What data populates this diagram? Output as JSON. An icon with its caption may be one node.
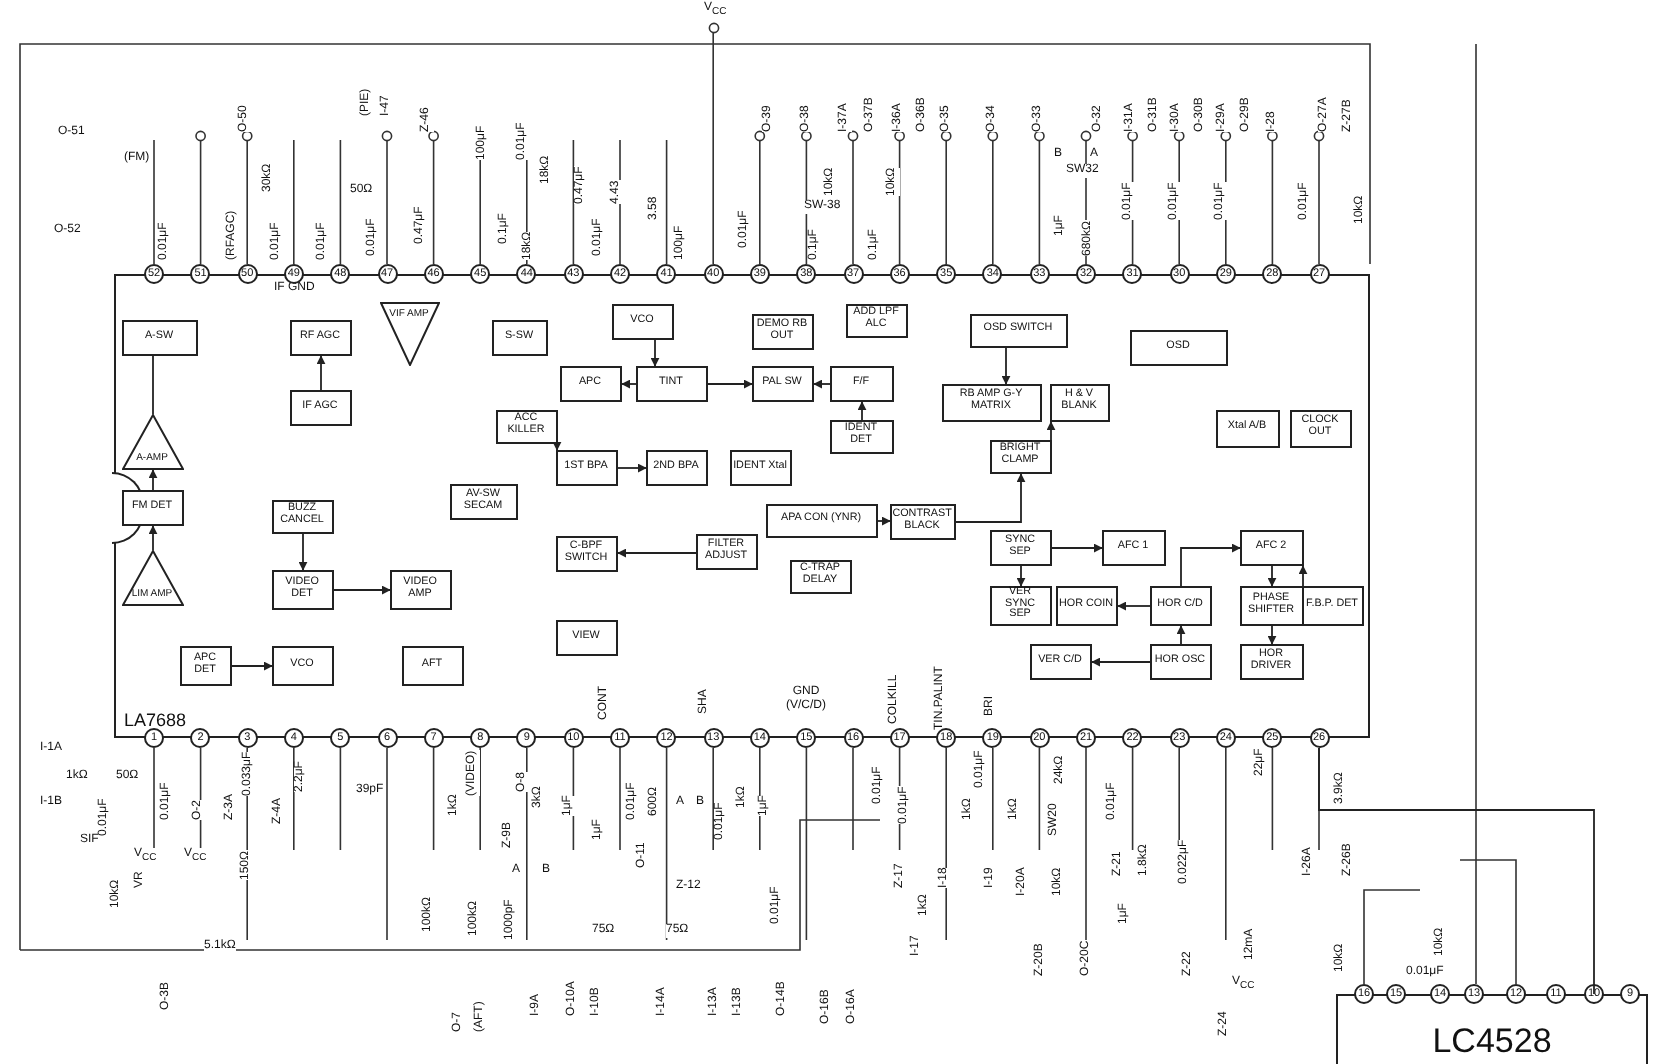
{
  "diagram": {
    "nodes": [
      {
        "text": [
          "LA7688"
        ]
      },
      {
        "text": [
          "A-SW"
        ],
        "in": 0
      },
      {
        "text": [
          "RF AGC"
        ],
        "in": 0
      },
      {
        "text": [
          "VIF AMP"
        ],
        "in": 0
      },
      {
        "text": [
          "S-SW"
        ],
        "in": 0
      },
      {
        "text": [
          "VCO"
        ],
        "in": 0
      },
      {
        "text": [
          "DEMO RB OUT"
        ],
        "in": 0
      },
      {
        "text": [
          "ADD LPF ALC"
        ],
        "in": 0
      },
      {
        "text": [
          "OSD SWITCH"
        ],
        "in": 0
      },
      {
        "text": [
          "OSD"
        ],
        "in": 0
      },
      {
        "text": [
          "IF AGC"
        ],
        "in": 0
      },
      {
        "text": [
          "APC"
        ],
        "in": 0
      },
      {
        "text": [
          "TINT"
        ],
        "in": 0
      },
      {
        "text": [
          "PAL SW"
        ],
        "in": 0
      },
      {
        "text": [
          "F/F"
        ],
        "in": 0
      },
      {
        "text": [
          "RB AMP G-Y MATRIX"
        ],
        "in": 0
      },
      {
        "text": [
          "H & V BLANK"
        ],
        "in": 0
      },
      {
        "text": [
          "ACC KILLER"
        ],
        "in": 0
      },
      {
        "text": [
          "1ST BPA"
        ],
        "in": 0
      },
      {
        "text": [
          "2ND BPA"
        ],
        "in": 0
      },
      {
        "text": [
          "IDENT Xtal"
        ],
        "in": 0
      },
      {
        "text": [
          "IDENT DET"
        ],
        "in": 0
      },
      {
        "text": [
          "Xtal A/B"
        ],
        "in": 0
      },
      {
        "text": [
          "CLOCK OUT"
        ],
        "in": 0
      },
      {
        "text": [
          "A-AMP"
        ],
        "in": 0
      },
      {
        "text": [
          "BRIGHT CLAMP"
        ],
        "in": 0
      },
      {
        "text": [
          "FM DET"
        ],
        "in": 0
      },
      {
        "text": [
          "BUZZ CANCEL"
        ],
        "in": 0
      },
      {
        "text": [
          "AV-SW SECAM"
        ],
        "in": 0
      },
      {
        "text": [
          "APA CON (YNR)"
        ],
        "in": 0
      },
      {
        "text": [
          "CONTRAST BLACK"
        ],
        "in": 0
      },
      {
        "text": [
          "LIM AMP"
        ],
        "in": 0
      },
      {
        "text": [
          "C-BPF SWITCH"
        ],
        "in": 0
      },
      {
        "text": [
          "FILTER ADJUST"
        ],
        "in": 0
      },
      {
        "text": [
          "C-TRAP DELAY"
        ],
        "in": 0
      },
      {
        "text": [
          "SYNC SEP"
        ],
        "in": 0
      },
      {
        "text": [
          "AFC 1"
        ],
        "in": 0
      },
      {
        "text": [
          "AFC 2"
        ],
        "in": 0
      },
      {
        "text": [
          "VIDEO DET"
        ],
        "in": 0
      },
      {
        "text": [
          "VIDEO AMP"
        ],
        "in": 0
      },
      {
        "text": [
          "VER SYNC SEP"
        ],
        "in": 0
      },
      {
        "text": [
          "HOR COIN"
        ],
        "in": 0
      },
      {
        "text": [
          "HOR C/D"
        ],
        "in": 0
      },
      {
        "text": [
          "PHASE SHIFTER"
        ],
        "in": 0
      },
      {
        "text": [
          "F.B.P. DET"
        ],
        "in": 0
      },
      {
        "text": [
          "VIEW"
        ],
        "in": 0
      },
      {
        "text": [
          "APC DET"
        ],
        "in": 0
      },
      {
        "text": [
          "VCO"
        ],
        "in": 0
      },
      {
        "text": [
          "AFT"
        ],
        "in": 0
      },
      {
        "text": [
          "VER C/D"
        ],
        "in": 0
      },
      {
        "text": [
          "HOR OSC"
        ],
        "in": 0
      },
      {
        "text": [
          "HOR DRIVER"
        ],
        "in": 0
      },
      {
        "text": [
          "LC4528"
        ]
      }
    ],
    "edges": [
      {
        "from": 10,
        "to": 2,
        "arrow": "to"
      },
      {
        "from": 31,
        "to": 26,
        "arrow": "to"
      },
      {
        "from": 26,
        "to": 24,
        "arrow": "to"
      },
      {
        "from": 24,
        "to": 1,
        "arrow": "none"
      },
      {
        "from": 5,
        "to": 12,
        "arrow": "to"
      },
      {
        "from": 12,
        "to": 11,
        "arrow": "to"
      },
      {
        "from": 12,
        "to": 13,
        "arrow": "to"
      },
      {
        "from": 18,
        "to": 19,
        "arrow": "to"
      },
      {
        "from": 14,
        "to": 13,
        "arrow": "to"
      },
      {
        "from": 21,
        "to": 14,
        "arrow": "to"
      },
      {
        "from": 8,
        "to": 15,
        "arrow": "to"
      },
      {
        "from": 29,
        "to": 30,
        "arrow": "to"
      },
      {
        "from": 30,
        "to": 25,
        "arrow": "to"
      },
      {
        "from": 25,
        "to": 16,
        "arrow": "to"
      },
      {
        "from": 35,
        "to": 40,
        "arrow": "to"
      },
      {
        "from": 35,
        "to": 36,
        "arrow": "to"
      },
      {
        "from": 50,
        "to": 42,
        "arrow": "to"
      },
      {
        "from": 42,
        "to": 41,
        "arrow": "to"
      },
      {
        "from": 42,
        "to": 37,
        "arrow": "to"
      },
      {
        "from": 37,
        "to": 43,
        "arrow": "to"
      },
      {
        "from": 43,
        "to": 51,
        "arrow": "to"
      },
      {
        "from": 44,
        "to": 37,
        "arrow": "to"
      },
      {
        "from": 50,
        "to": 49,
        "arrow": "to"
      },
      {
        "from": 33,
        "to": 32,
        "arrow": "to"
      },
      {
        "from": 38,
        "to": 39,
        "arrow": "to"
      },
      {
        "from": 46,
        "to": 47,
        "arrow": "to"
      },
      {
        "from": 27,
        "to": 38,
        "arrow": "to"
      },
      {
        "from": 17,
        "to": 18,
        "arrow": "to"
      },
      {
        "from": 0,
        "to": 52,
        "arrow": "none"
      }
    ],
    "labels": [
      "V$_{CC}$",
      "O-51",
      "(FM)",
      "O-52",
      "0.01μF",
      "(RFAGC)",
      "O-50",
      "30kΩ",
      "0.01μF",
      "(PIE)",
      "I-47",
      "50Ω",
      "0.01μF",
      "0.01μF",
      "0.47μF",
      "Z-46",
      "100μF",
      "0.01μF",
      "0.1μF",
      "18kΩ",
      "18kΩ",
      "0.47μF",
      "0.01μF",
      "4.43",
      "3.58",
      "100μF",
      "0.01μF",
      "O-39",
      "O-38",
      "10kΩ",
      "SW-38",
      "0.1μF",
      "I-37A",
      "O-37B",
      "10kΩ",
      "0.1μF",
      "I-36A",
      "O-36B",
      "O-35",
      "O-34",
      "O-33",
      "B",
      "A",
      "SW32",
      "1μF",
      "680kΩ",
      "O-32",
      "I-31A",
      "O-31B",
      "0.01μF",
      "I-30A",
      "O-30B",
      "0.01μF",
      "I-29A",
      "O-29B",
      "0.01μF",
      "I-28",
      "O-27A",
      "Z-27B",
      "0.01μF",
      "10kΩ",
      "IF GND",
      "CONT",
      "SHA",
      "GND (V/C/D)",
      "COLKILL",
      "TIN.PALINT",
      "BRI",
      "I-1A",
      "1kΩ",
      "50Ω",
      "0.01μF",
      "0.01μF",
      "I-1B",
      "SIF",
      "V$_{CC}$",
      "10kΩ",
      "VR",
      "V$_{CC}$",
      "5.1kΩ",
      "O-3B",
      "O-2",
      "Z-3A",
      "0.033μF",
      "150Ω",
      "Z-4A",
      "2.2μF",
      "39pF",
      "(VIDEO)",
      "O-8",
      "1kΩ",
      "3kΩ",
      "Z-9B",
      "1μF",
      "A",
      "B",
      "100kΩ",
      "100kΩ",
      "1000pF",
      "O-7",
      "(AFT)",
      "I-9A",
      "1μF",
      "0.01μF",
      "O-11",
      "75Ω",
      "O-10A",
      "I-10B",
      "600Ω",
      "A",
      "B",
      "Z-12",
      "0.01μF",
      "1kΩ",
      "1μF",
      "75Ω",
      "I-14A",
      "I-13A",
      "I-13B",
      "0.01μF",
      "O-14B",
      "O-16B",
      "O-16A",
      "0.01μF",
      "0.01μF",
      "Z-17",
      "1kΩ",
      "I-17",
      "1kΩ",
      "I-18",
      "0.01μF",
      "1kΩ",
      "I-19",
      "I-20A",
      "24kΩ",
      "SW20",
      "10kΩ",
      "Z-20B",
      "O-20C",
      "0.01μF",
      "Z-21",
      "1μF",
      "1.8kΩ",
      "0.022μF",
      "Z-22",
      "Z-24",
      "V$_{CC}$",
      "12mA",
      "22μF",
      "3.9kΩ",
      "I-26A",
      "Z-26B",
      "10kΩ",
      "0.01μF",
      "10kΩ",
      "1",
      "2",
      "3",
      "4",
      "5",
      "6",
      "7",
      "8",
      "9",
      "10",
      "11",
      "12",
      "13",
      "14",
      "15",
      "16",
      "17",
      "18",
      "19",
      "20",
      "21",
      "22",
      "23",
      "24",
      "25",
      "26",
      "27",
      "28",
      "29",
      "30",
      "31",
      "32",
      "33",
      "34",
      "35",
      "36",
      "37",
      "38",
      "39",
      "40",
      "41",
      "42",
      "43",
      "44",
      "45",
      "46",
      "47",
      "48",
      "49",
      "50",
      "51",
      "52",
      "16",
      "15",
      "14",
      "13",
      "12",
      "11",
      "10",
      "9"
    ]
  }
}
